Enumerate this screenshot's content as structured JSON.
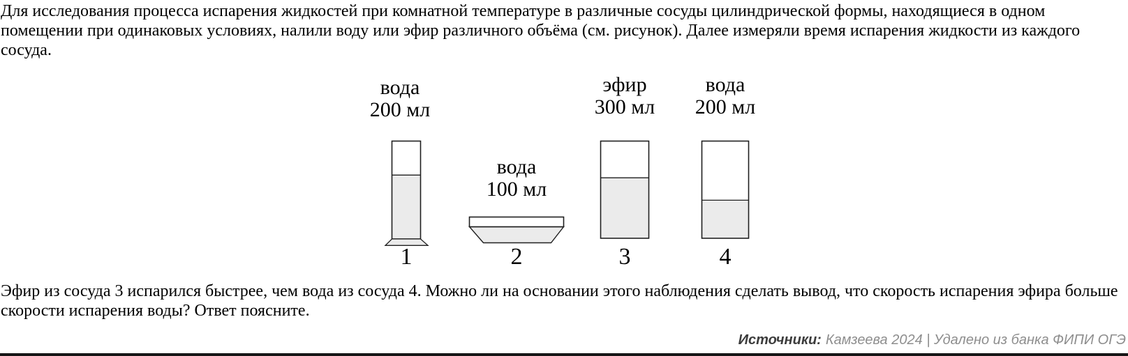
{
  "intro": {
    "line1": "Для исследования процесса испарения жидкостей при комнатной температуре в различные сосуды цилиндрической формы, находящиеся в одном",
    "line2": "помещении при одинаковых условиях, налили воду или эфир различного объёма (см. рисунок). Далее измеряли время испарения жидкости из каждого",
    "line3": "сосуда."
  },
  "figure": {
    "vessels": [
      {
        "number": "1",
        "label_line1": "вода",
        "label_line2": "200 мл",
        "liquid": "вода",
        "volume_ml": 200,
        "shape": "tall-narrow-cylinder-with-flared-base",
        "fill_percent": 65
      },
      {
        "number": "2",
        "label_line1": "вода",
        "label_line2": "100 мл",
        "liquid": "вода",
        "volume_ml": 100,
        "shape": "wide-shallow-dish",
        "fill_percent": 100
      },
      {
        "number": "3",
        "label_line1": "эфир",
        "label_line2": "300 мл",
        "liquid": "эфир",
        "volume_ml": 300,
        "shape": "cylinder",
        "fill_percent": 62
      },
      {
        "number": "4",
        "label_line1": "вода",
        "label_line2": "200 мл",
        "liquid": "вода",
        "volume_ml": 200,
        "shape": "cylinder",
        "fill_percent": 39
      }
    ]
  },
  "question": {
    "line1": "Эфир из сосуда 3 испарился быстрее, чем вода из сосуда 4. Можно ли на основании этого наблюдения сделать вывод, что скорость испарения эфира больше",
    "line2": "скорости испарения воды? Ответ поясните."
  },
  "source": {
    "label": "Источники:",
    "text": "Камзеева 2024 | Удалено из банка ФИПИ ОГЭ"
  },
  "colors": {
    "liquid_fill": "#ebebeb",
    "vessel_border": "#1f1f1f",
    "source_label": "#3c3c3c",
    "source_text": "#8e8e8e"
  }
}
